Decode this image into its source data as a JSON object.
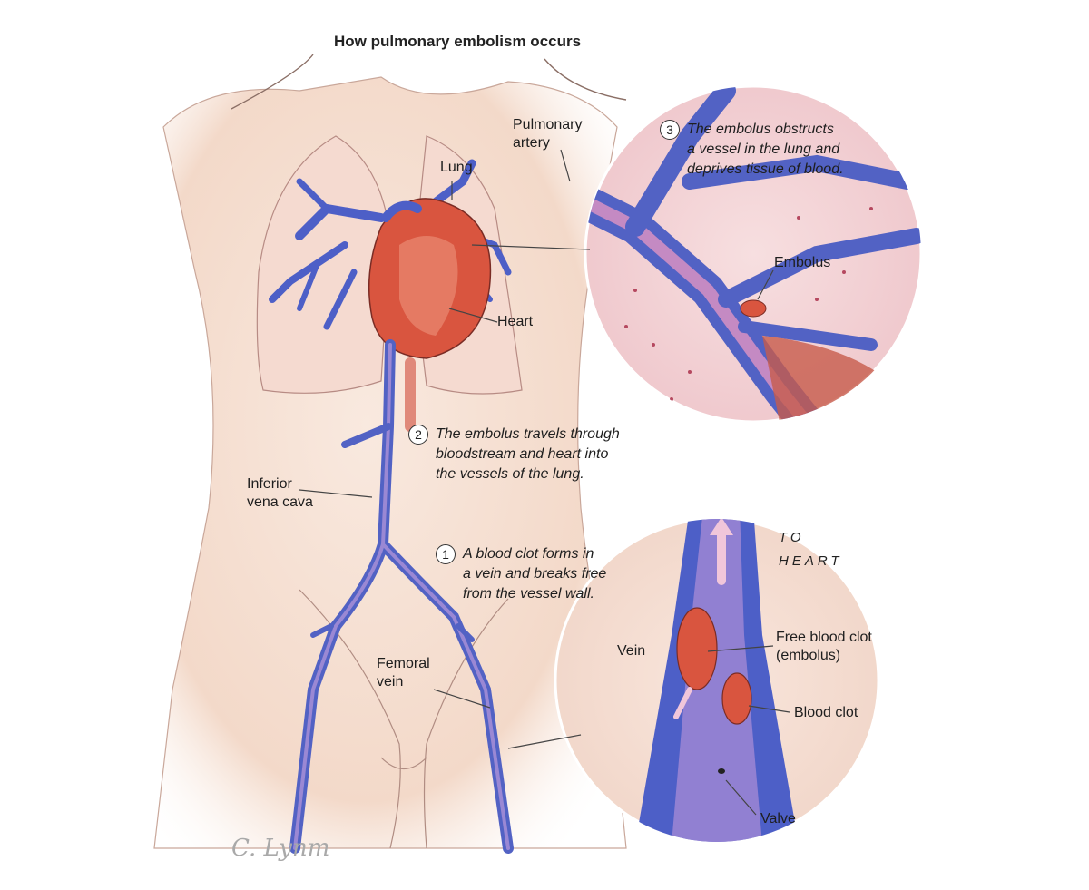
{
  "title": "How pulmonary embolism occurs",
  "labels": {
    "pulmonary_artery": "Pulmonary\nartery",
    "lung": "Lung",
    "heart": "Heart",
    "embolus": "Embolus",
    "inferior_vena_cava": "Inferior\nvena cava",
    "femoral_vein": "Femoral\nvein",
    "vein": "Vein",
    "free_blood_clot": "Free blood clot\n(embolus)",
    "blood_clot": "Blood clot",
    "valve": "Valve",
    "to_heart": "TO\nHEART"
  },
  "steps": [
    {
      "number": "1",
      "text": "A blood clot forms in\na vein and breaks free\nfrom the vessel wall."
    },
    {
      "number": "2",
      "text": "The embolus travels through\nbloodstream and heart into\nthe vessels of the lung."
    },
    {
      "number": "3",
      "text": "The embolus obstructs\na vessel in the lung and\ndeprives tissue of blood."
    }
  ],
  "signature": "C. Lynm",
  "colors": {
    "skin": "#f6e2d6",
    "vein_blue": "#4d5fc7",
    "vessel_pink": "#d97a9a",
    "heart_red": "#d9553f",
    "lung_tissue": "#f4d6d8",
    "outline": "#7d5a58"
  }
}
